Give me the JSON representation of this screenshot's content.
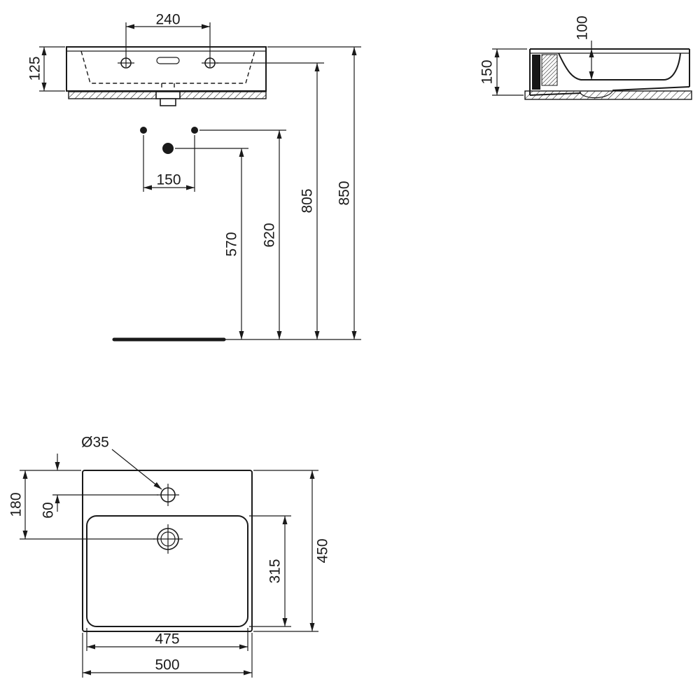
{
  "drawing": {
    "type": "technical dimension drawing",
    "product": "wall-hung washbasin"
  },
  "front_view": {
    "taphole_spacing": "240",
    "body_height": "125",
    "fixing_spacing": "150",
    "drain_height": "570",
    "fixing_height": "620",
    "taphole_height": "805",
    "rim_height": "850"
  },
  "side_view": {
    "body_height": "150",
    "bowl_depth": "100"
  },
  "plan_view": {
    "taphole_diameter": "Ø35",
    "taphole_offset": "60",
    "drain_offset": "180",
    "overall_depth": "450",
    "bowl_inner_depth": "315",
    "bowl_inner_width": "475",
    "overall_width": "500"
  }
}
